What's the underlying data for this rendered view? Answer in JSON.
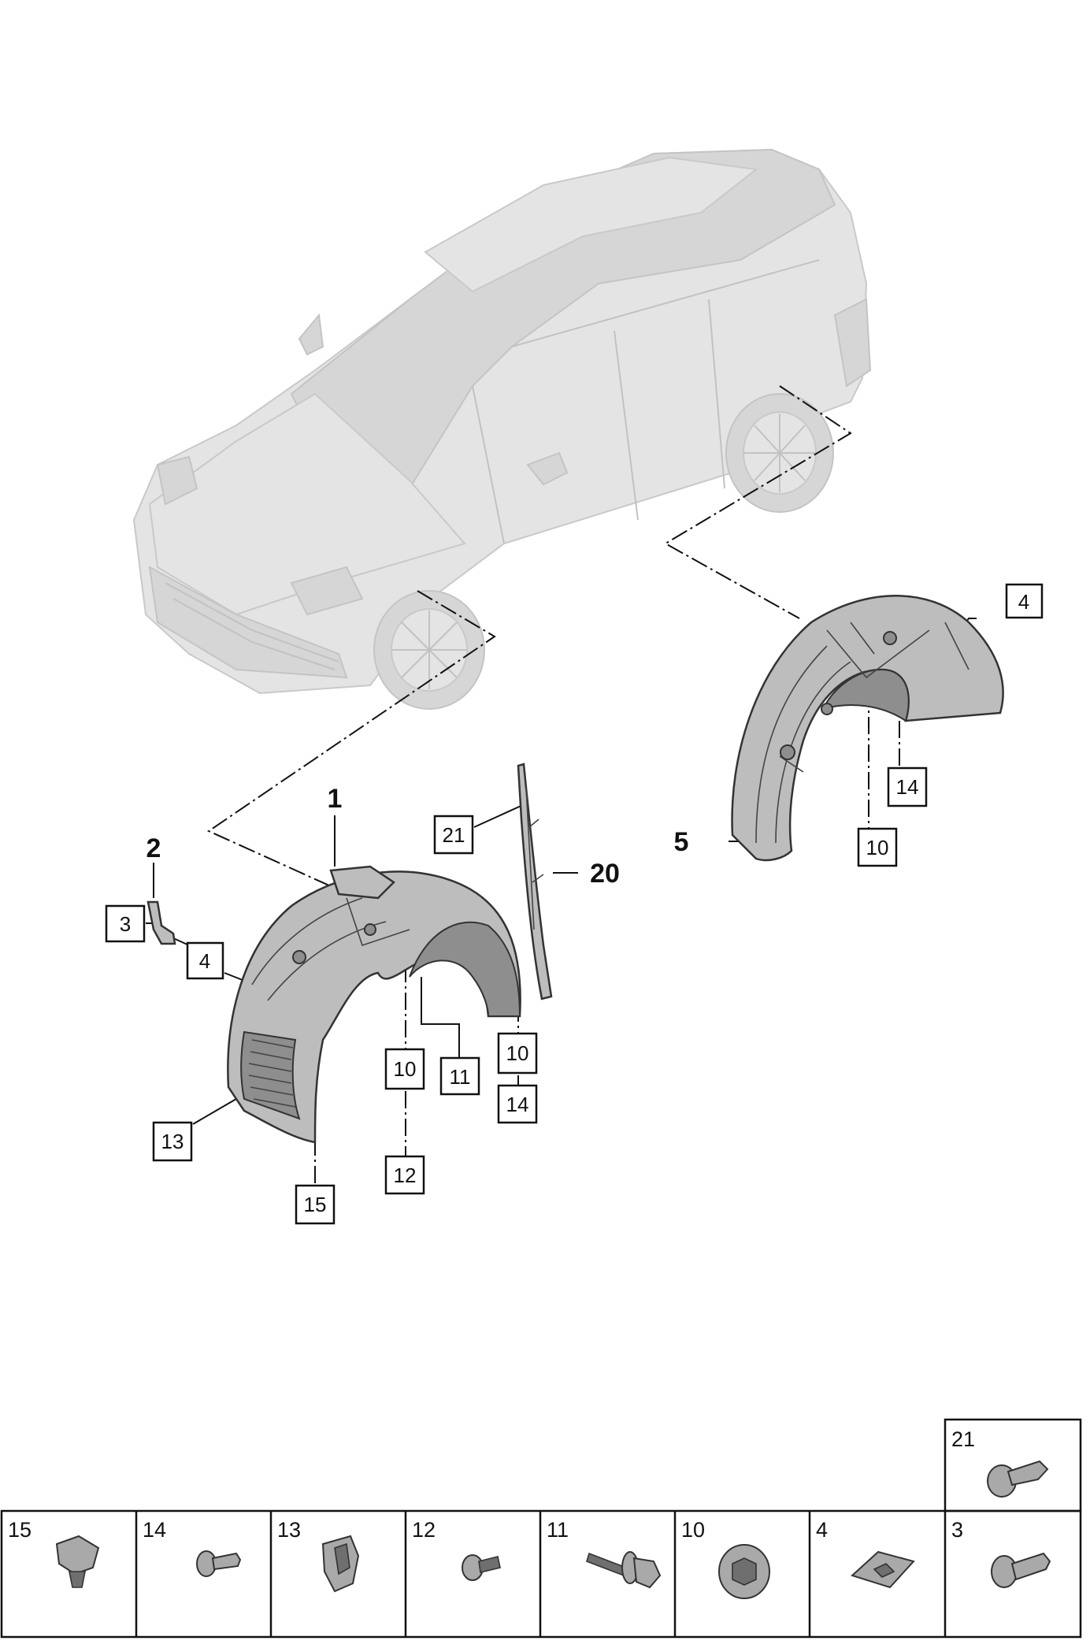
{
  "callouts": {
    "bold": {
      "front_liner": "1",
      "bracket": "2",
      "rear_liner": "5",
      "cover": "20"
    },
    "boxed": {
      "rear_4": "4",
      "rear_14": "14",
      "rear_10": "10",
      "cover_21": "21",
      "front_3": "3",
      "front_4": "4",
      "front_10a": "10",
      "front_11": "11",
      "front_10b": "10",
      "front_14": "14",
      "front_13": "13",
      "front_12": "12",
      "front_15": "15"
    }
  },
  "parts_table": {
    "top_cell": "21",
    "cells": [
      "15",
      "14",
      "13",
      "12",
      "11",
      "10",
      "4",
      "3"
    ]
  }
}
